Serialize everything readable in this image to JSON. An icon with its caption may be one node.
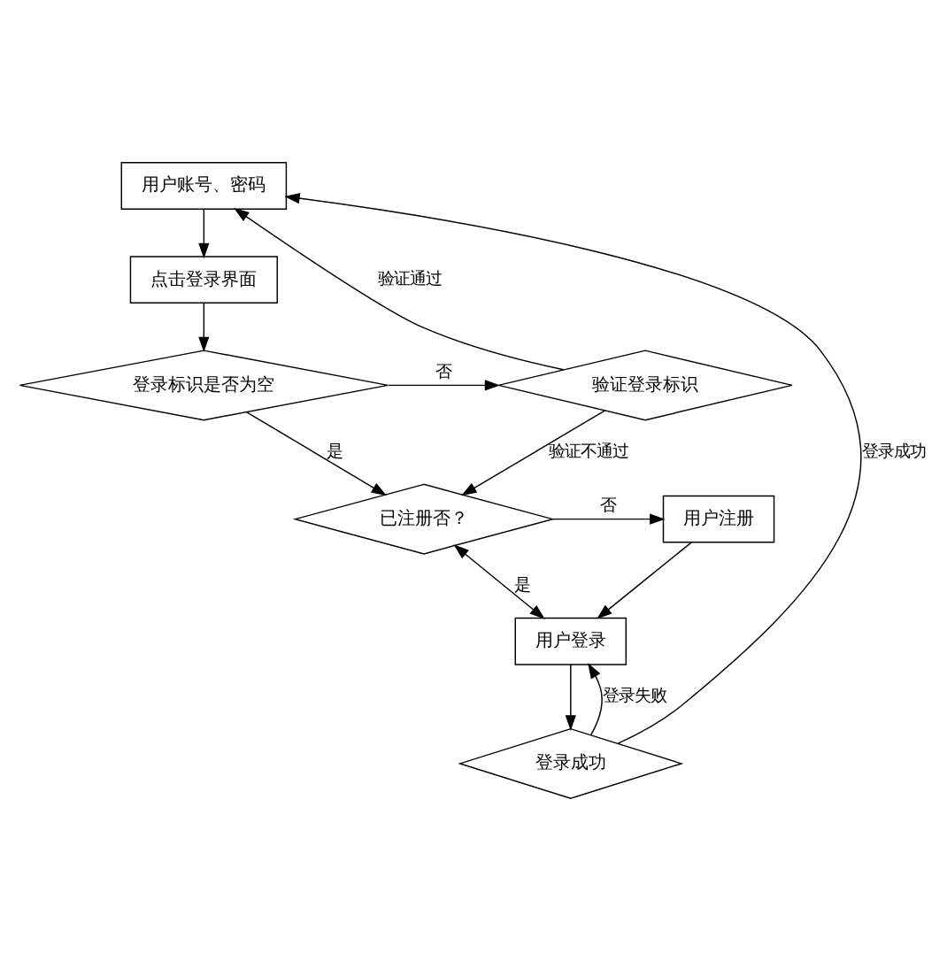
{
  "diagram": {
    "nodes": [
      {
        "text": [
          "用户账号、密码"
        ]
      },
      {
        "text": [
          "点击登录界面"
        ]
      },
      {
        "text": [
          "登录标识是否为空"
        ]
      },
      {
        "text": [
          "验证登录标识"
        ]
      },
      {
        "text": [
          "已注册否？"
        ]
      },
      {
        "text": [
          "用户注册"
        ]
      },
      {
        "text": [
          "用户登录"
        ]
      },
      {
        "text": [
          "登录成功"
        ]
      }
    ],
    "edges": [
      {
        "from": 0,
        "to": 1,
        "arrow": "to"
      },
      {
        "from": 1,
        "to": 2,
        "arrow": "to"
      },
      {
        "from": 2,
        "to": 3,
        "arrow": "to",
        "label": "否"
      },
      {
        "from": 3,
        "to": 0,
        "arrow": "to",
        "label": "验证通过"
      },
      {
        "from": 2,
        "to": 4,
        "arrow": "to",
        "label": "是"
      },
      {
        "from": 3,
        "to": 4,
        "arrow": "to",
        "label": "验证不通过"
      },
      {
        "from": 4,
        "to": 5,
        "arrow": "to",
        "label": "否"
      },
      {
        "from": 4,
        "to": 6,
        "arrow": "both",
        "label": "是"
      },
      {
        "from": 5,
        "to": 6,
        "arrow": "to"
      },
      {
        "from": 6,
        "to": 7,
        "arrow": "to"
      },
      {
        "from": 7,
        "to": 6,
        "arrow": "to",
        "label": "登录失败"
      },
      {
        "from": 7,
        "to": 0,
        "arrow": "to",
        "label": "登录成功"
      }
    ]
  }
}
